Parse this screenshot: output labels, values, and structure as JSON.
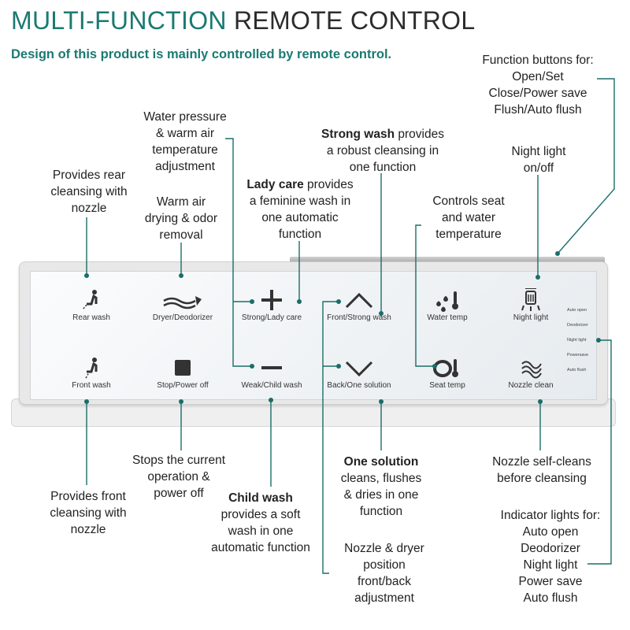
{
  "header": {
    "title_accent": "MULTI-FUNCTION",
    "title_rest": "REMOTE CONTROL",
    "subtitle": "Design of this product is mainly controlled by remote control."
  },
  "panel": {
    "buttons": {
      "rear_wash": "Rear wash",
      "dryer": "Dryer/Deodorizer",
      "strong_lady": "Strong/Lady care",
      "front_strong": "Front/Strong wash",
      "water_temp": "Water temp",
      "night_light": "Night light",
      "front_wash": "Front wash",
      "stop": "Stop/Power off",
      "weak_child": "Weak/Child wash",
      "back_one": "Back/One solution",
      "seat_temp": "Seat temp",
      "nozzle_clean": "Nozzle clean"
    },
    "indicators": [
      "Auto open",
      "Deodorizer",
      "Night light",
      "Powersave",
      "Auto flush"
    ]
  },
  "callouts": {
    "function_buttons": [
      "Function buttons for:",
      "Open/Set",
      "Close/Power save",
      "Flush/Auto flush"
    ],
    "water_pressure": [
      "Water pressure",
      "& warm air",
      "temperature",
      "adjustment"
    ],
    "strong_wash": {
      "bold": "Strong wash",
      "rest": [
        "provides",
        "a robust cleansing in",
        "one function"
      ]
    },
    "night_light": [
      "Night light",
      "on/off"
    ],
    "rear_cleansing": [
      "Provides rear",
      "cleansing with",
      "nozzle"
    ],
    "warm_air": [
      "Warm air",
      "drying & odor",
      "removal"
    ],
    "lady_care": {
      "bold": "Lady care",
      "rest": [
        "provides",
        "a feminine wash in",
        "one automatic",
        "function"
      ]
    },
    "seat_water": [
      "Controls seat",
      "and water",
      "temperature"
    ],
    "stops": [
      "Stops the current",
      "operation &",
      "power off"
    ],
    "front_cleansing": [
      "Provides front",
      "cleansing with",
      "nozzle"
    ],
    "child_wash": {
      "bold": "Child wash",
      "rest": [
        "provides a soft",
        "wash in one",
        "automatic function"
      ]
    },
    "one_solution": {
      "bold": "One solution",
      "rest": [
        "cleans, flushes",
        "& dries in one",
        "function"
      ]
    },
    "nozzle_dryer": [
      "Nozzle & dryer",
      "position",
      "front/back",
      "adjustment"
    ],
    "nozzle_self": [
      "Nozzle self-cleans",
      "before cleansing"
    ],
    "indicator_lights": [
      "Indicator lights for:",
      "Auto open",
      "Deodorizer",
      "Night light",
      "Power save",
      "Auto flush"
    ]
  },
  "colors": {
    "accent": "#1a7a72",
    "line": "#1a6e68",
    "text": "#222222"
  }
}
